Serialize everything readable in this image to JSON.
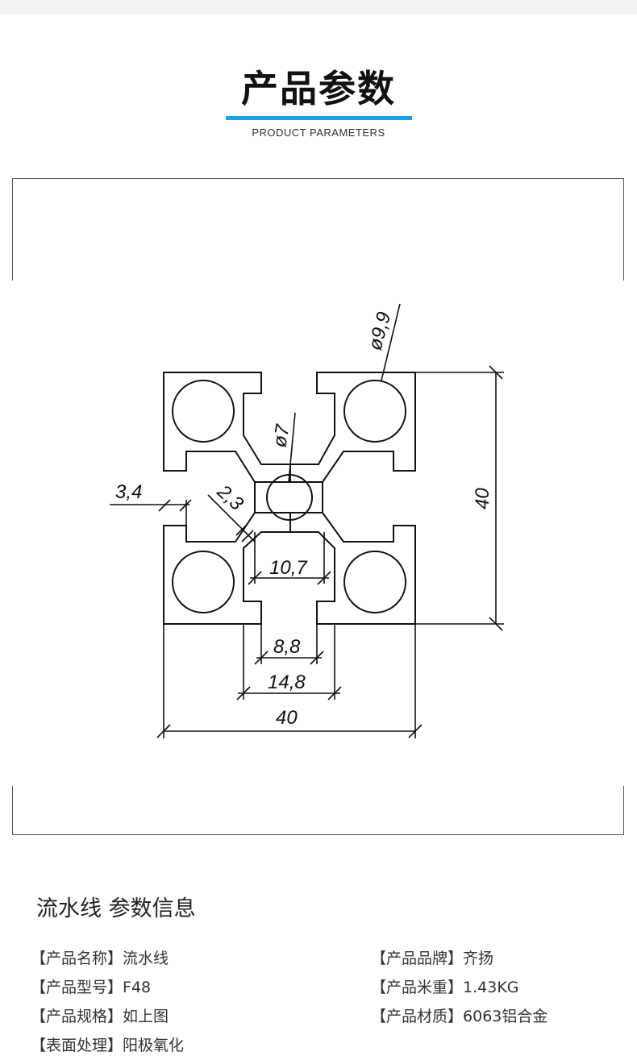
{
  "header": {
    "title": "产品参数",
    "subtitle": "PRODUCT PARAMETERS",
    "accent_color": "#1aa0e6"
  },
  "drawing": {
    "dims": {
      "hole_outer": "ø9,9",
      "hole_center": "ø7",
      "height": "40",
      "width": "40",
      "wall": "3,4",
      "chamfer": "2,3",
      "slot_inner": "10,7",
      "slot_opening": "8,8",
      "slot_width": "14,8"
    }
  },
  "info": {
    "title": "流水线 参数信息",
    "left": [
      {
        "label": "【产品名称】",
        "value": "流水线"
      },
      {
        "label": "【产品型号】",
        "value": "F48"
      },
      {
        "label": "【产品规格】",
        "value": "如上图"
      },
      {
        "label": "【表面处理】",
        "value": "阳极氧化"
      }
    ],
    "right": [
      {
        "label": "【产品品牌】",
        "value": "齐扬"
      },
      {
        "label": "【产品米重】",
        "value": "1.43KG"
      },
      {
        "label": "【产品材质】",
        "value": "6063铝合金"
      }
    ]
  }
}
